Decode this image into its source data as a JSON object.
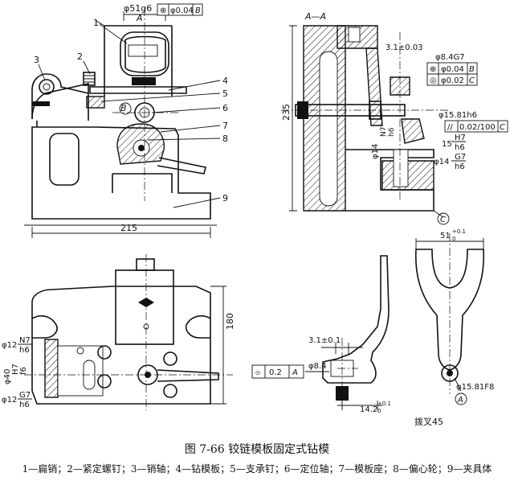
{
  "figure": {
    "caption": "图 7-66   铰链模板固定式钻模",
    "legend": "1—扁销；2—紧定螺钉；3—销轴；4—钻模板；5—支承钉；6—定位轴；7—模板座；8—偏心轮；9—夹具体"
  },
  "views": {
    "front": {
      "dim_hole": "φ51g6",
      "tol_frame": [
        "⊕",
        "φ0.04",
        "B"
      ],
      "datum_a": "A",
      "datum_b": "B",
      "dim_width": "215",
      "callouts": [
        "1",
        "2",
        "3",
        "4",
        "5",
        "6",
        "7",
        "8",
        "9"
      ]
    },
    "section": {
      "title": "A—A",
      "dim_height": "235",
      "dim_offset": "3.1±0.03",
      "dim_bush": "φ8.4G7",
      "tol1": [
        "⊕",
        "φ0.04",
        "B"
      ],
      "tol2": [
        "◎",
        "φ0.02",
        "C"
      ],
      "dim_pin": "φ15.81h6",
      "tol3": [
        "//",
        "0.02/100",
        "C"
      ],
      "fit1": [
        "N7",
        "h6"
      ],
      "dia1": "φ14",
      "fit2": [
        "H7",
        "h6"
      ],
      "dim15": "15",
      "dia2": "φ14",
      "fit3": [
        "G7",
        "h6"
      ],
      "datum_c": "C"
    },
    "plan": {
      "dim_180": "180",
      "dia12a": "φ12",
      "fit_a": [
        "N7",
        "h6"
      ],
      "dia40": "φ40",
      "fit_b": [
        "H7",
        "f6"
      ],
      "dia12b": "φ12",
      "fit_c": [
        "G7",
        "h6"
      ]
    },
    "part": {
      "dim_31": "3.1±0.1",
      "tol_frame": [
        "⌯",
        "0.2",
        "A"
      ],
      "dia84": "φ8.4",
      "dim_142": "14.2",
      "tol_142": "+0.1",
      "tol_142b": "0"
    },
    "fork": {
      "dim_51": "51",
      "tol_51": "+0.1",
      "tol_51b": "0",
      "dim_158": "φ15.81F8",
      "datum_a": "A",
      "label": "拨叉45"
    }
  }
}
